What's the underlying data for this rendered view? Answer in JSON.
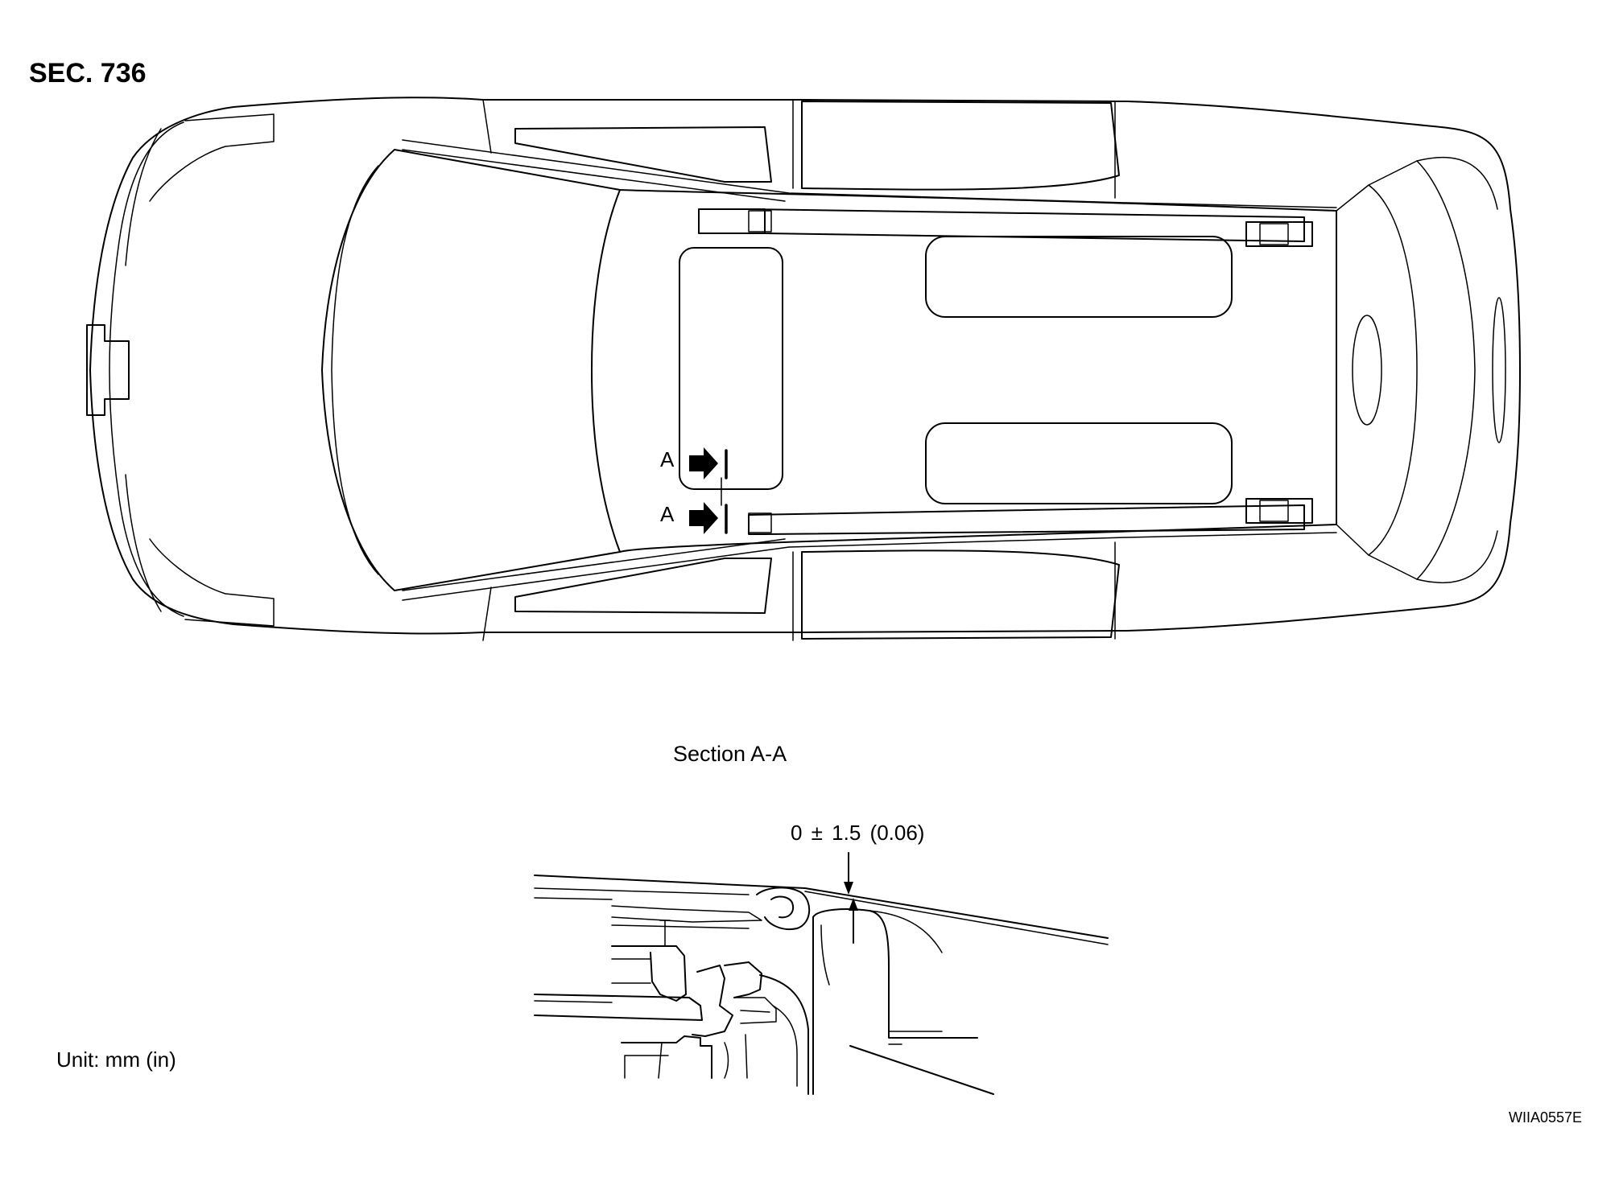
{
  "header": {
    "section_code": "SEC. 736"
  },
  "top_view": {
    "section_marker_upper": "A",
    "section_marker_lower": "A"
  },
  "section_view": {
    "title": "Section A-A",
    "dimension": "0  ± 1.5   (0.06)"
  },
  "footer": {
    "unit": "Unit: mm (in)",
    "figure_code": "WIIA0557E"
  }
}
